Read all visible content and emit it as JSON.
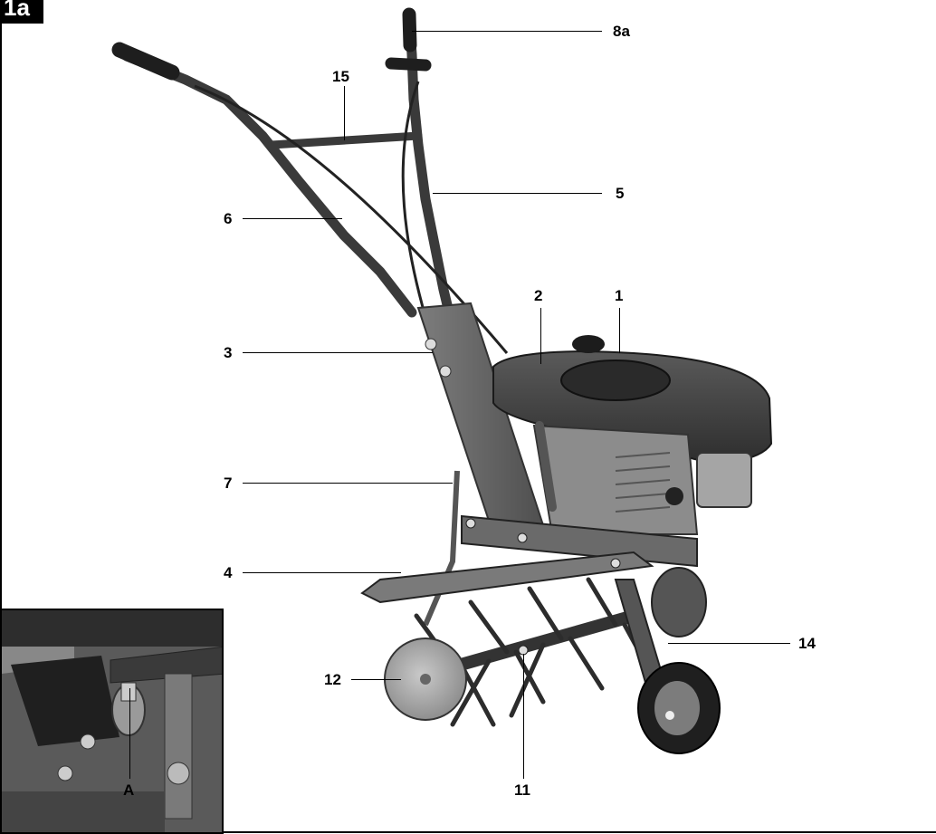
{
  "figure": {
    "number": "1a"
  },
  "callouts": [
    {
      "id": "8a",
      "label": "8a"
    },
    {
      "id": "15",
      "label": "15"
    },
    {
      "id": "5",
      "label": "5"
    },
    {
      "id": "6",
      "label": "6"
    },
    {
      "id": "2",
      "label": "2"
    },
    {
      "id": "1",
      "label": "1"
    },
    {
      "id": "3",
      "label": "3"
    },
    {
      "id": "7",
      "label": "7"
    },
    {
      "id": "4",
      "label": "4"
    },
    {
      "id": "14",
      "label": "14"
    },
    {
      "id": "12",
      "label": "12"
    },
    {
      "id": "11",
      "label": "11"
    }
  ],
  "inset": {
    "callout": "A"
  }
}
